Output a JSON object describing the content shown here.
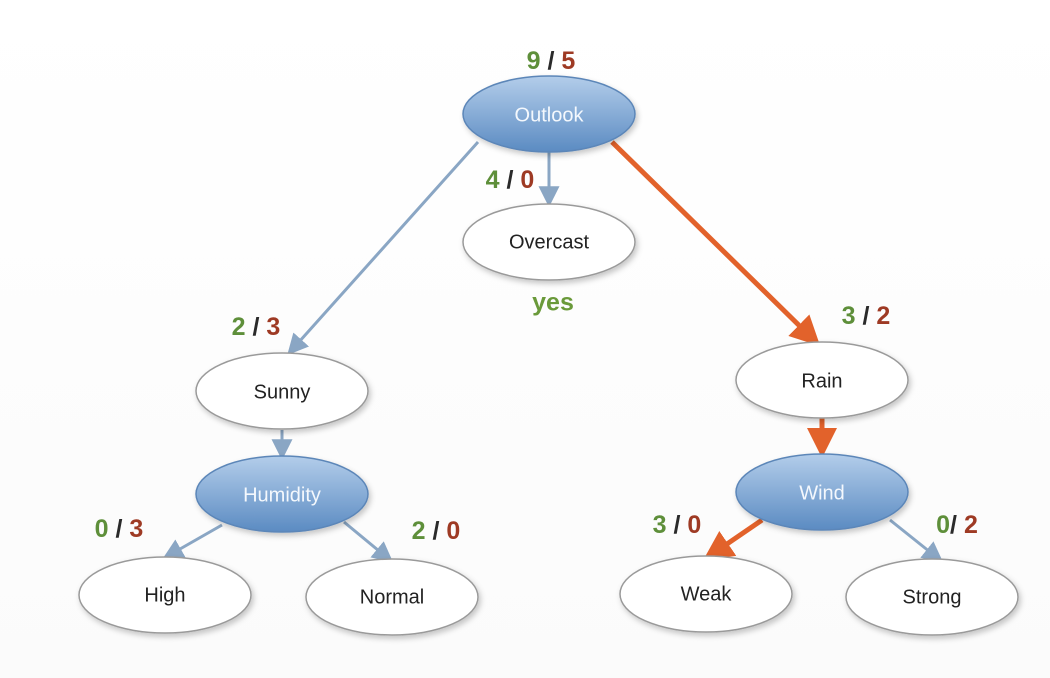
{
  "colors": {
    "positive": "#5e8f3a",
    "negative": "#9e3a24",
    "slash": "#2a2a2a",
    "attr_fill_top": "#a9c6e6",
    "attr_fill_bottom": "#5f8fc5",
    "attr_stroke": "#5b86b8",
    "value_fill": "#ffffff",
    "value_stroke": "#9a9a9a",
    "edge_default": "#8aa6c4",
    "edge_path": "#e2622b",
    "yes": "#6a9a3a"
  },
  "nodes": {
    "outlook": "Outlook",
    "overcast": "Overcast",
    "sunny": "Sunny",
    "rain": "Rain",
    "humidity": "Humidity",
    "wind": "Wind",
    "high": "High",
    "normal": "Normal",
    "weak": "Weak",
    "strong": "Strong"
  },
  "counts": {
    "outlook": {
      "pos": "9",
      "sep": " / ",
      "neg": "5"
    },
    "overcast": {
      "pos": "4",
      "sep": " / ",
      "neg": "0"
    },
    "sunny": {
      "pos": "2",
      "sep": " / ",
      "neg": "3"
    },
    "rain": {
      "pos": "3",
      "sep": " / ",
      "neg": "2"
    },
    "high": {
      "pos": "0",
      "sep": " / ",
      "neg": "3"
    },
    "normal": {
      "pos": "2",
      "sep": " / ",
      "neg": "0"
    },
    "weak": {
      "pos": "3",
      "sep": " / ",
      "neg": "0"
    },
    "strong": {
      "pos": "0",
      "sep": "/ ",
      "neg": "2"
    }
  },
  "leaf_outcomes": {
    "overcast": "yes"
  },
  "highlighted_path": [
    "outlook",
    "rain",
    "wind",
    "weak"
  ]
}
